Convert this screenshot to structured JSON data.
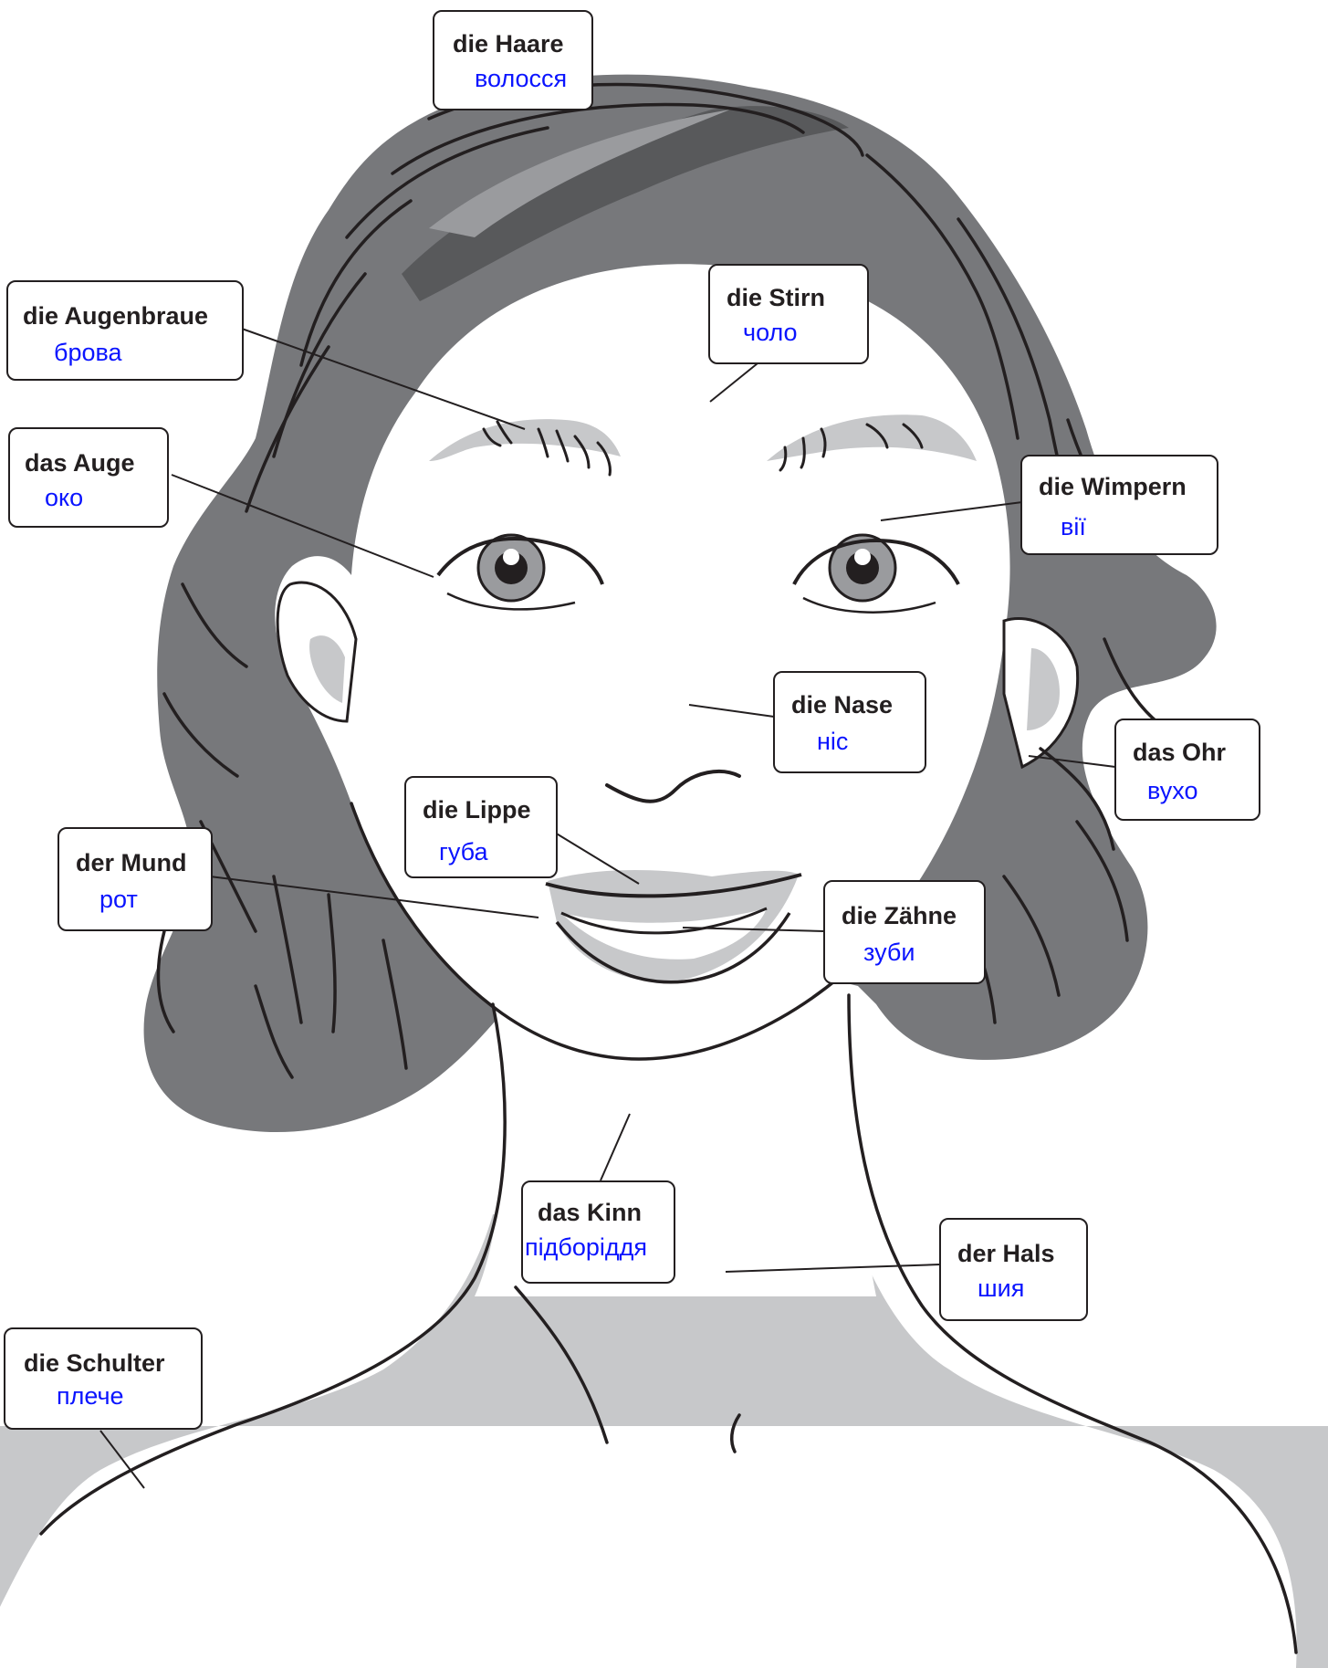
{
  "colors": {
    "hair": "#77787b",
    "hair_dark": "#58595b",
    "skin_shadow": "#c7c8ca",
    "line": "#231f20",
    "translation": "#0a14ff"
  },
  "labels": [
    {
      "id": "haare",
      "de": "die Haare",
      "uk": "волосся"
    },
    {
      "id": "augenbraue",
      "de": "die Augenbraue",
      "uk": "брова"
    },
    {
      "id": "stirn",
      "de": "die Stirn",
      "uk": "чоло"
    },
    {
      "id": "auge",
      "de": "das Auge",
      "uk": "око"
    },
    {
      "id": "wimpern",
      "de": "die Wimpern",
      "uk": "вії"
    },
    {
      "id": "nase",
      "de": "die Nase",
      "uk": "ніс"
    },
    {
      "id": "ohr",
      "de": "das Ohr",
      "uk": "вухо"
    },
    {
      "id": "lippe",
      "de": "die Lippe",
      "uk": "губа"
    },
    {
      "id": "mund",
      "de": "der Mund",
      "uk": "рот"
    },
    {
      "id": "zaehne",
      "de": "die Zähne",
      "uk": "зуби"
    },
    {
      "id": "kinn",
      "de": "das Kinn",
      "uk": "підборіддя"
    },
    {
      "id": "hals",
      "de": "der Hals",
      "uk": "шия"
    },
    {
      "id": "schulter",
      "de": "die Schulter",
      "uk": "плече"
    }
  ]
}
